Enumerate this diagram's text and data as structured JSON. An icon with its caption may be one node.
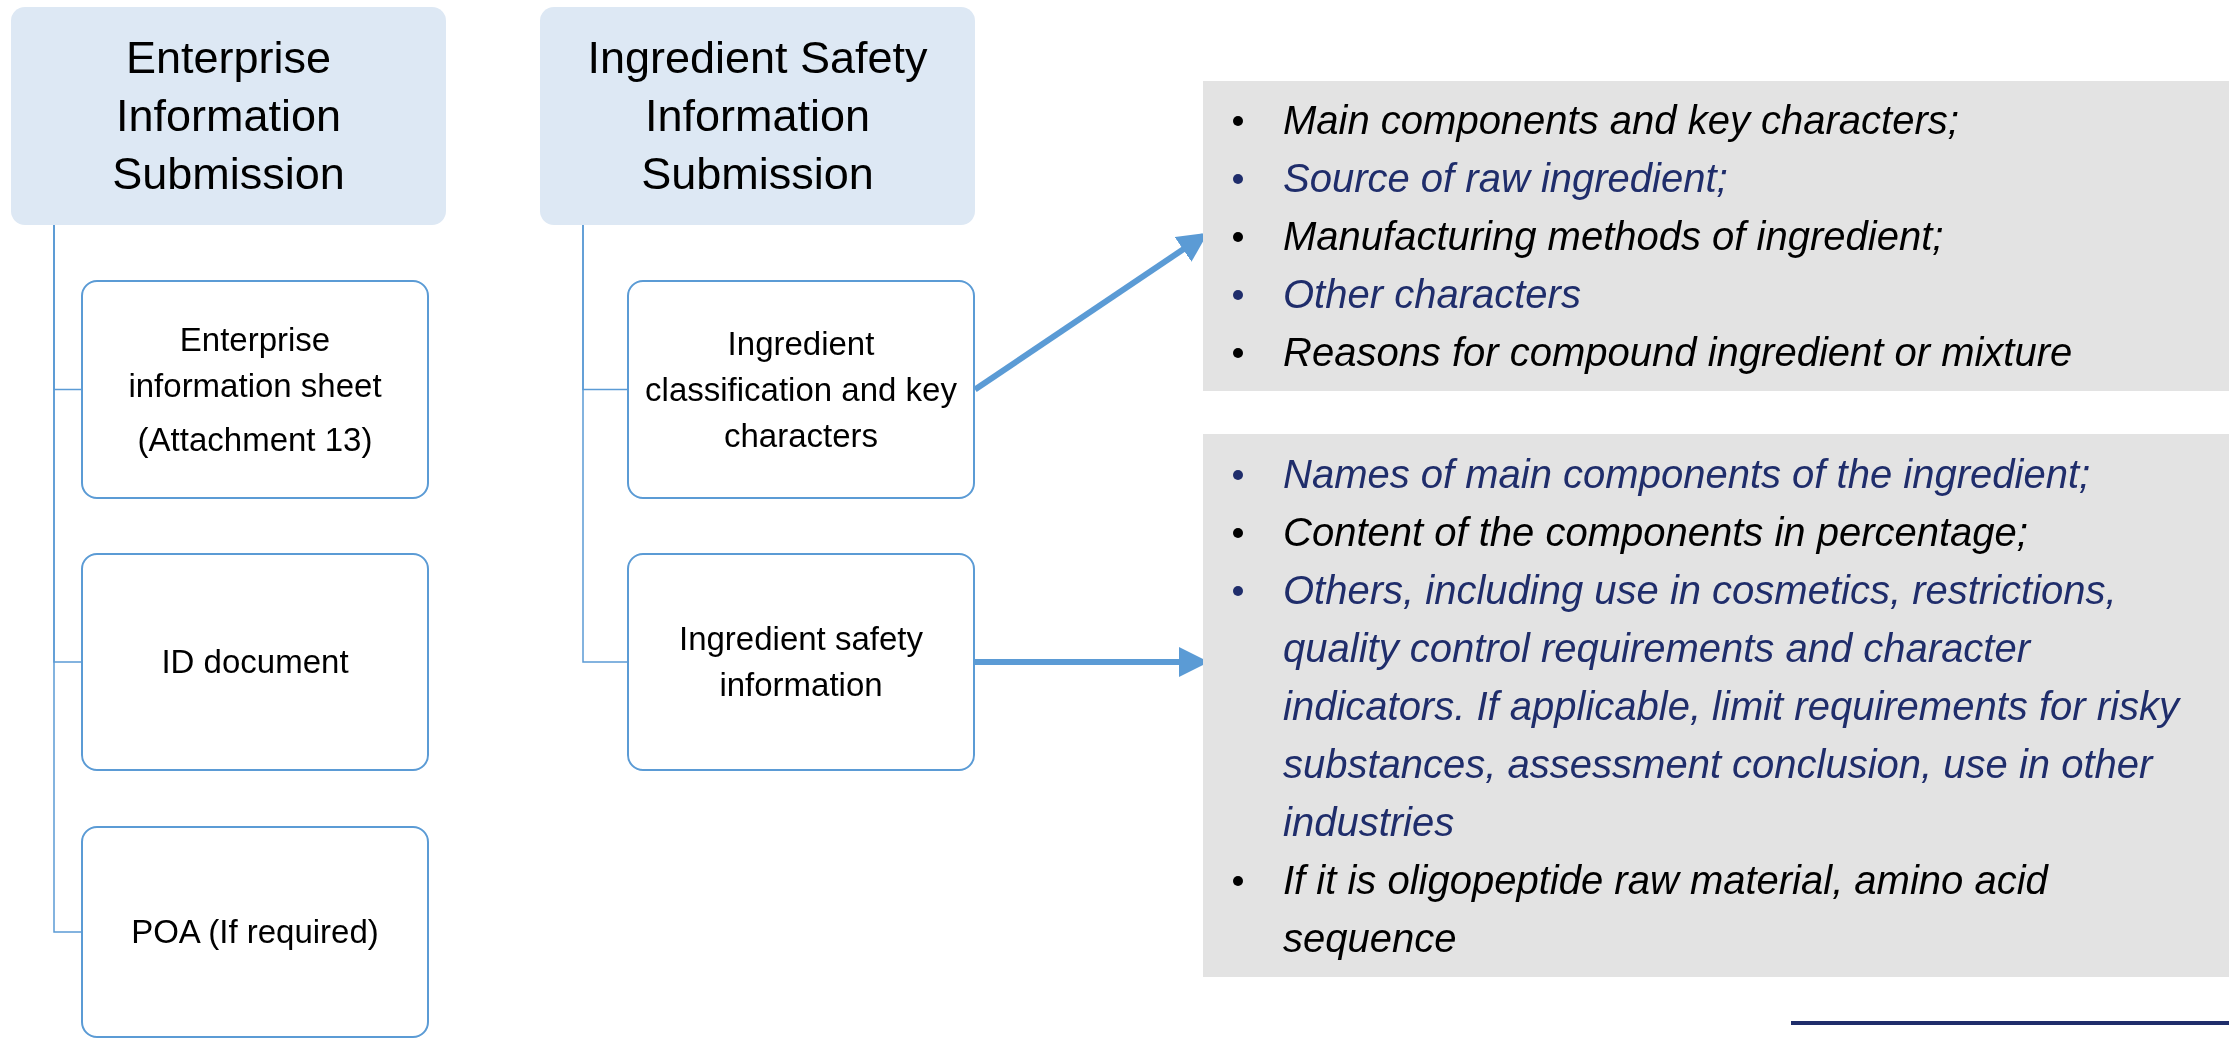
{
  "diagram": {
    "nodes": [
      {
        "text": [
          "Enterprise Information Submission"
        ]
      },
      {
        "text": [
          "Enterprise information sheet",
          "(Attachment 13)"
        ]
      },
      {
        "text": [
          "ID document"
        ]
      },
      {
        "text": [
          "POA (If required)"
        ]
      },
      {
        "text": [
          "Ingredient Safety Information Submission"
        ]
      },
      {
        "text": [
          "Ingredient classification and key characters"
        ]
      },
      {
        "text": [
          "Ingredient safety information"
        ]
      },
      {
        "text": [
          "Main components and key characters;",
          "Source of raw ingredient;",
          "Manufacturing methods of ingredient;",
          "Other characters",
          "Reasons for compound ingredient or mixture"
        ]
      },
      {
        "text": [
          "Names of main components of the ingredient;",
          "Content of the components in percentage;",
          "Others, including use in cosmetics, restrictions, quality control requirements and character indicators. If applicable,  limit requirements for risky substances, assessment conclusion, use in other industries",
          "If it is oligopeptide raw material, amino acid sequence"
        ]
      }
    ],
    "edges": [
      {
        "from": 0,
        "to": 1,
        "arrow": "none"
      },
      {
        "from": 0,
        "to": 2,
        "arrow": "none"
      },
      {
        "from": 0,
        "to": 3,
        "arrow": "none"
      },
      {
        "from": 4,
        "to": 5,
        "arrow": "none"
      },
      {
        "from": 4,
        "to": 6,
        "arrow": "none"
      },
      {
        "from": 5,
        "to": 7,
        "arrow": "to",
        "style": "thick"
      },
      {
        "from": 6,
        "to": 8,
        "arrow": "to",
        "style": "thick"
      }
    ]
  }
}
